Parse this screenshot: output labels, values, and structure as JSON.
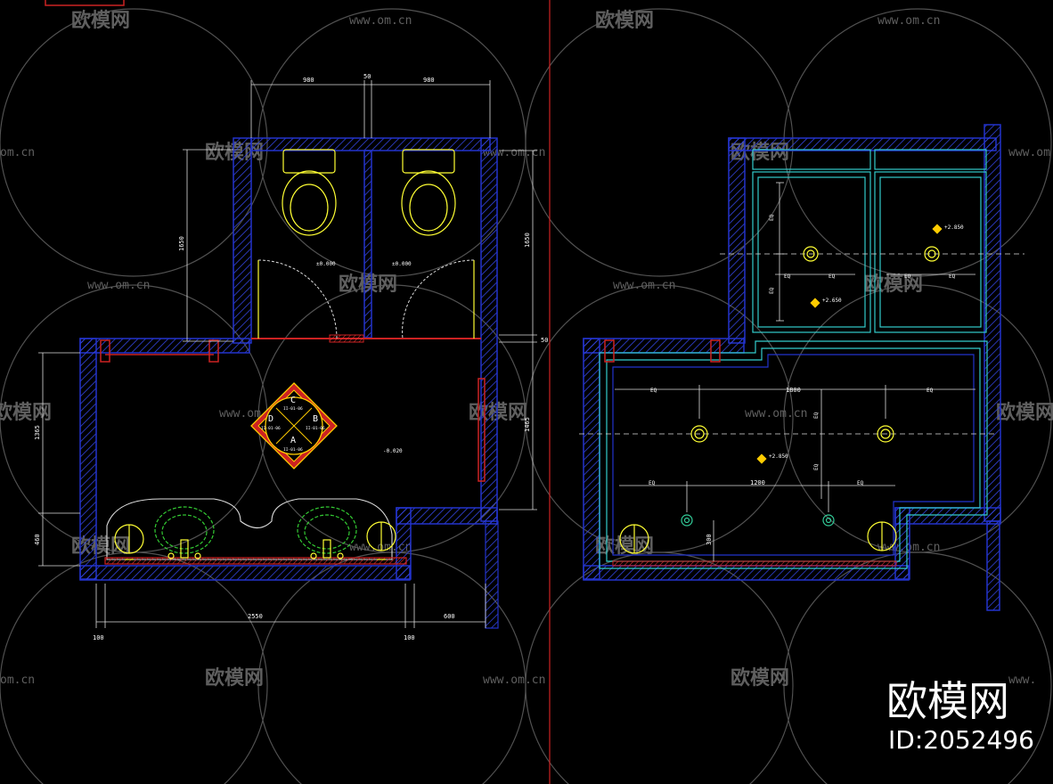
{
  "colors": {
    "background": "#000000",
    "wall": "#2233cc",
    "fixture": "#ffff33",
    "dimension": "#ffffff",
    "accent_red": "#cc2222",
    "ceiling": "#33cccc",
    "watermark": "#6a6a6a"
  },
  "watermark": {
    "logo_text": "欧模网",
    "url": "www.om.cn",
    "url_partial": "om.cn",
    "url_cut": "www.",
    "logo_cut": "欧模网"
  },
  "brand": {
    "name": "欧模网",
    "id": "ID:2052496"
  },
  "left_plan": {
    "top_dims": [
      "980",
      "50",
      "980"
    ],
    "left_dims": [
      "1650",
      "1365",
      "460"
    ],
    "right_dims": [
      "1650",
      "50",
      "1465"
    ],
    "bottom_dims": [
      "2550",
      "600"
    ],
    "bottom_small": [
      "100",
      "100"
    ],
    "elevation_tags": [
      "C",
      "D",
      "B",
      "A"
    ],
    "elevation_ref": "II-01-06",
    "floor_marks": [
      "±0.000",
      "±0.000",
      "-0.020"
    ]
  },
  "right_plan": {
    "eq": "EQ",
    "dims": [
      "1800",
      "1200",
      "300"
    ],
    "heights": [
      "+2.850",
      "+2.650",
      "+2.850"
    ]
  }
}
